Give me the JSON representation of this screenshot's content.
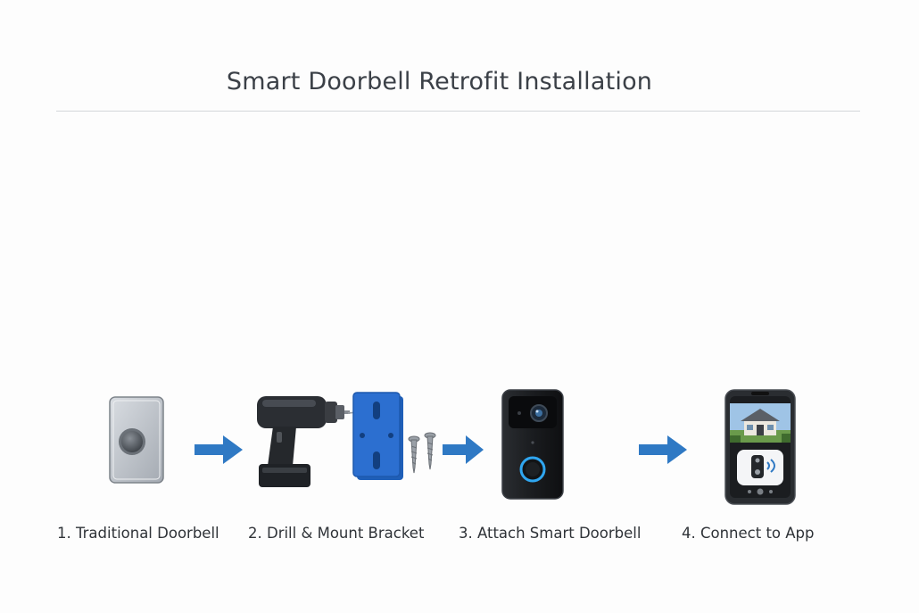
{
  "title": "Smart Doorbell Retrofit Installation",
  "steps": [
    {
      "label": "1. Traditional Doorbell",
      "icon": "traditional-doorbell-icon"
    },
    {
      "label": "2. Drill & Mount Bracket",
      "icon": "drill-and-bracket-icon"
    },
    {
      "label": "3. Attach Smart Doorbell",
      "icon": "smart-doorbell-icon"
    },
    {
      "label": "4. Connect to App",
      "icon": "phone-app-icon"
    }
  ],
  "colors": {
    "arrow": "#2f79c4",
    "bracket": "#2c6fd0",
    "ring": "#2fa6f0",
    "rule": "#d3d6da"
  }
}
